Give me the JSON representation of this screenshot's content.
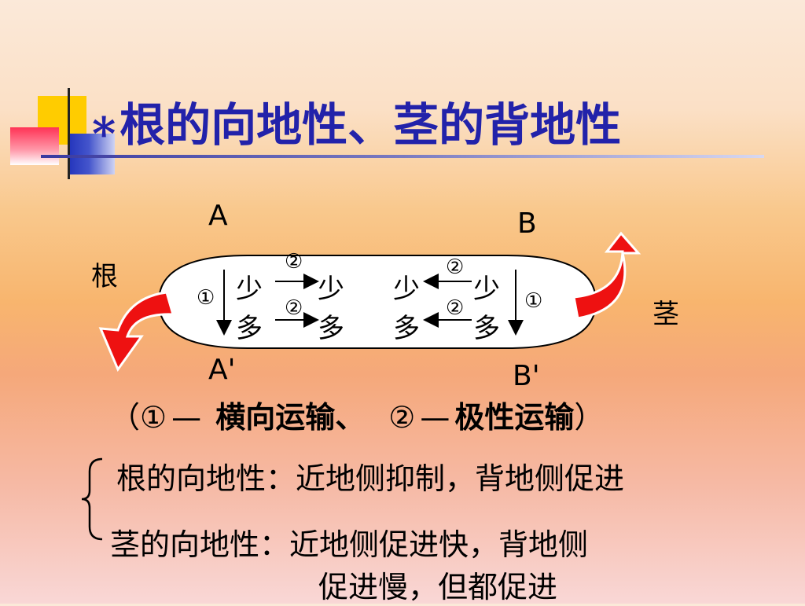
{
  "title": "∗根的向地性、茎的背地性",
  "diagram": {
    "label_A": "A",
    "label_B": "B",
    "label_A_prime": "A'",
    "label_B_prime": "B'",
    "label_root": "根",
    "label_stem": "茎",
    "circled_one": "①",
    "circled_two": "②",
    "less": "少",
    "more": "多"
  },
  "legend": {
    "open": "（",
    "item1_num": "①",
    "item1_dash": "—",
    "item1_text": "横向运输、",
    "item2_num": "②",
    "item2_dash": "—",
    "item2_text": "极性运输",
    "close": "）"
  },
  "root_line": "根的向地性：近地侧抑制，背地侧促进",
  "stem_line1": "茎的向地性：近地侧促进快，背地侧",
  "stem_line2": "促进慢，但都促进",
  "colors": {
    "title": "#2222aa",
    "arrow": "#ee1111",
    "capsule": "#ffffff"
  }
}
